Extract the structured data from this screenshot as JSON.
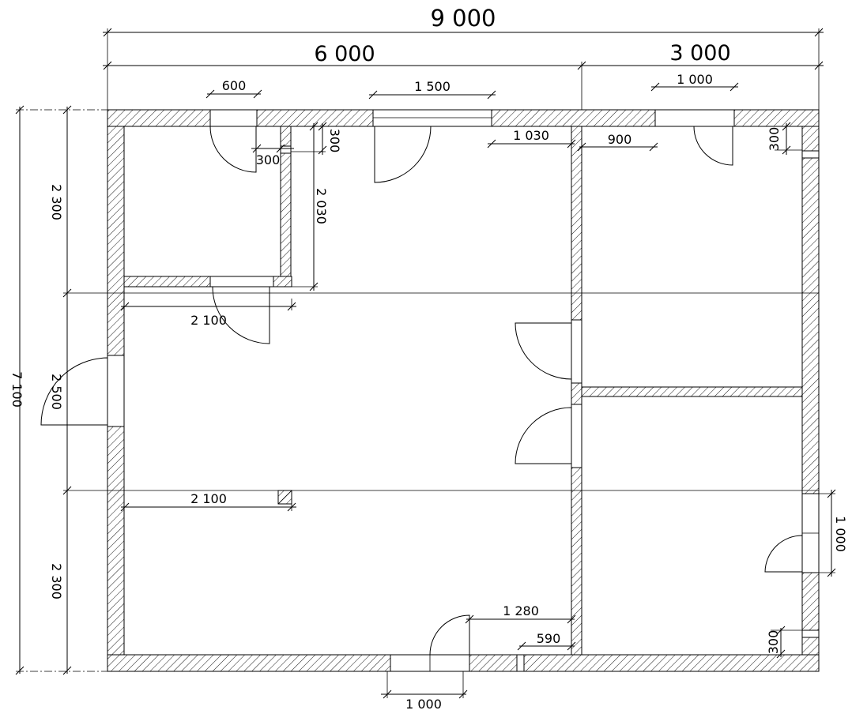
{
  "plan": {
    "overall": {
      "width": "9 000",
      "left_block": "6 000",
      "right_block": "3 000",
      "height": "7 100"
    },
    "left_rows": {
      "top": "2 300",
      "middle": "2 500",
      "bottom": "2 300"
    },
    "interior": {
      "window_top_left": "600",
      "window_top_mid": "1 500",
      "window_top_right": "1 000",
      "top_right_offset_left": "1 030",
      "top_right_offset_right": "900",
      "small_top_a": "300",
      "small_top_b": "300",
      "small_top_c": "300",
      "partition_height": "2 030",
      "row_offset_top": "2 100",
      "row_offset_bottom": "2 100",
      "door_bottom_offset": "1 280",
      "small_bottom": "590",
      "window_bottom": "1 000",
      "window_right": "1 000",
      "small_right_bottom": "300"
    }
  }
}
